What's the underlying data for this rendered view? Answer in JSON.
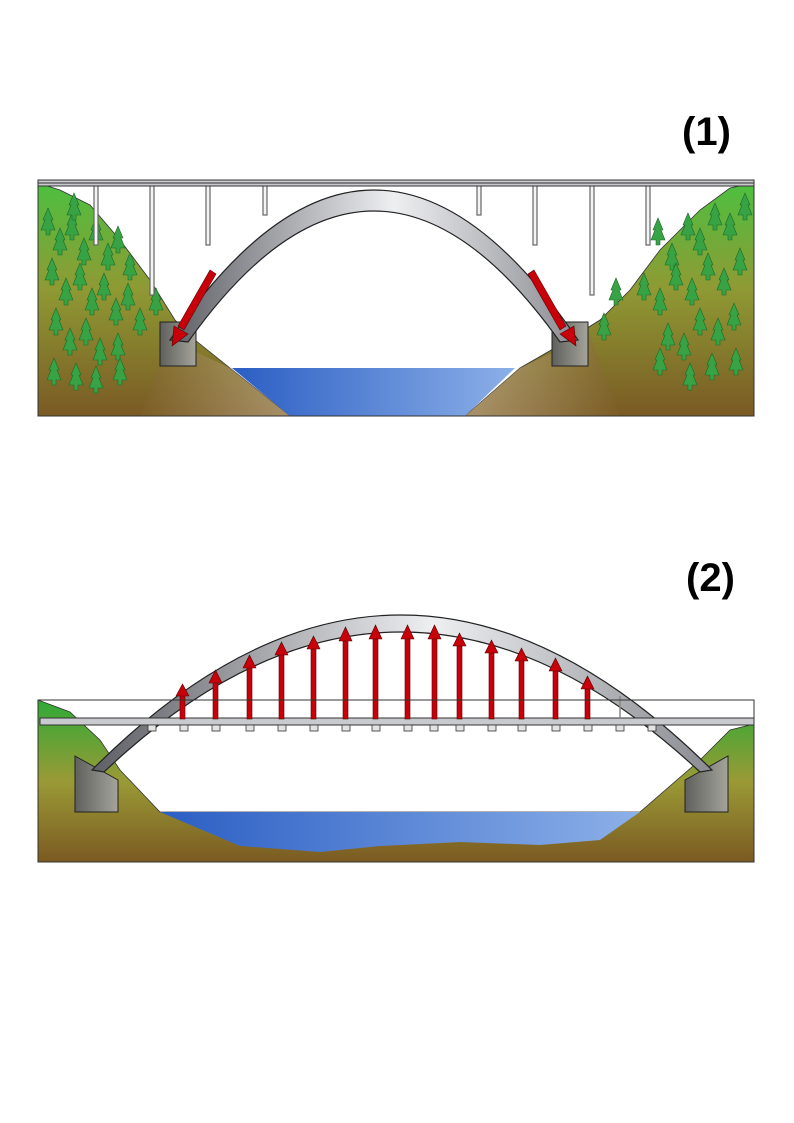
{
  "panels": [
    {
      "label": "(1)",
      "description_type": "deck-arch-bridge",
      "force_arrows": "compression-at-springings"
    },
    {
      "label": "(2)",
      "description_type": "through-arch-bridge",
      "force_arrows": "tension-hangers"
    }
  ],
  "colors": {
    "arrow": "#c8000a",
    "water_dark": "#2e62c8",
    "water_light": "#8aaee6",
    "grass": "#3fb23a",
    "soil": "#8a6a28",
    "tree": "#3aa043",
    "steel_dark": "#6e7076",
    "steel_light": "#e6e7ea",
    "abutment": "#7a7a72"
  },
  "icons": [
    "tree-icon",
    "arrow-up-icon"
  ]
}
